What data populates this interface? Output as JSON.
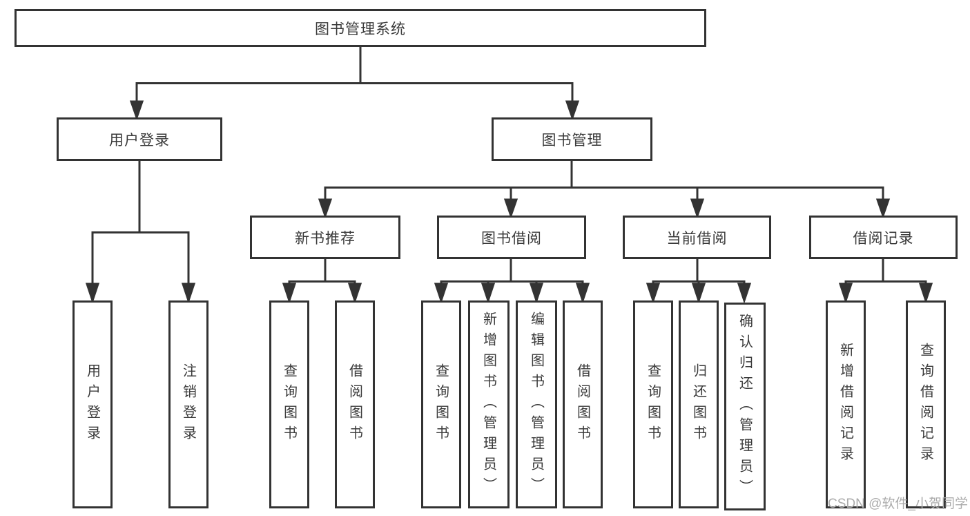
{
  "diagram": {
    "root": {
      "label": "图书管理系统"
    },
    "level2": [
      {
        "label": "用户登录"
      },
      {
        "label": "图书管理"
      }
    ],
    "level3": [
      {
        "label": "新书推荐"
      },
      {
        "label": "图书借阅"
      },
      {
        "label": "当前借阅"
      },
      {
        "label": "借阅记录"
      }
    ],
    "leaves": {
      "login": [
        "用户登录",
        "注销登录"
      ],
      "new_books": [
        "查询图书",
        "借阅图书"
      ],
      "borrowing": [
        "查询图书",
        "新增图书（管理员）",
        "编辑图书（管理员）",
        "借阅图书"
      ],
      "current": [
        "查询图书",
        "归还图书",
        "确认归还（管理员）"
      ],
      "records": [
        "新增借阅记录",
        "查询借阅记录"
      ]
    },
    "watermark": "CSDN @软件_小贺同学",
    "colors": {
      "line": "#333333",
      "box_border": "#333333",
      "text": "#3a3a3a",
      "watermark": "#ababab",
      "background": "#ffffff"
    }
  }
}
